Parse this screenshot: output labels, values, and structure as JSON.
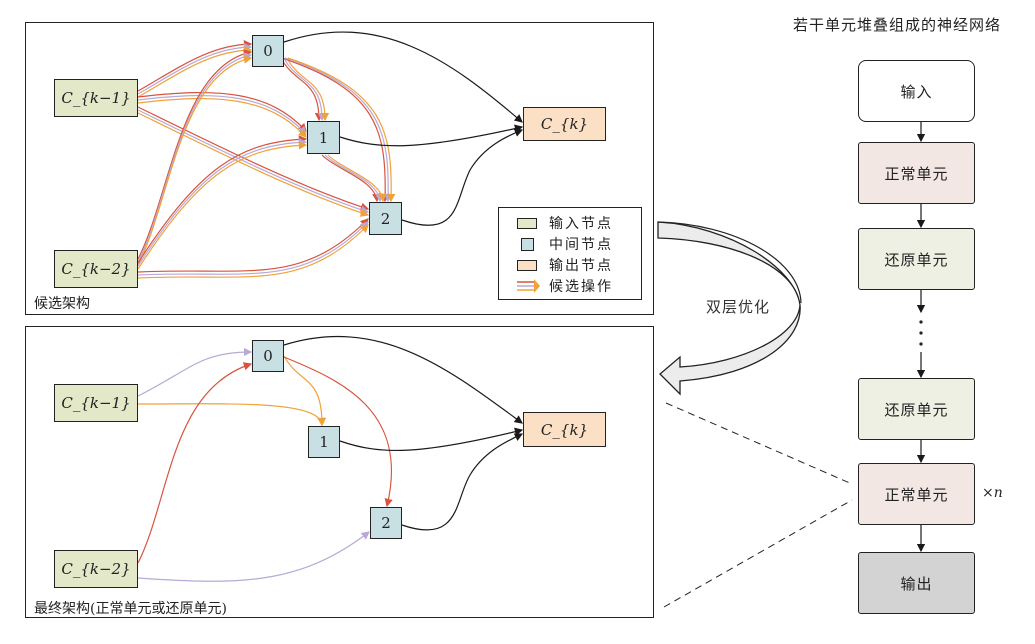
{
  "candidate_panel": {
    "label": "候选架构",
    "nodes": {
      "input_k1": "C_{k−1}",
      "input_k2": "C_{k−2}",
      "mid0": "0",
      "mid1": "1",
      "mid2": "2",
      "output": "C_{k}"
    },
    "legend": [
      {
        "label": "输入节点",
        "swatch": "input-node",
        "color": "#e3e8c9"
      },
      {
        "label": "中间节点",
        "swatch": "intermediate-node",
        "color": "#c8e0e4"
      },
      {
        "label": "输出节点",
        "swatch": "output-node",
        "color": "#fbe0c6"
      },
      {
        "label": "候选操作",
        "swatch": "candidate-ops-arrows",
        "colors": [
          "#d9533f",
          "#b9a9d6",
          "#f0a23a"
        ]
      }
    ]
  },
  "final_panel": {
    "label": "最终架构(正常单元或还原单元)",
    "nodes": {
      "input_k1": "C_{k−1}",
      "input_k2": "C_{k−2}",
      "mid0": "0",
      "mid1": "1",
      "mid2": "2",
      "output": "C_{k}"
    }
  },
  "bilevel_label": "双层优化",
  "network": {
    "title": "若干单元堆叠组成的神经网络",
    "cells": [
      {
        "label": "输入",
        "type": "input",
        "color": "#ffffff"
      },
      {
        "label": "正常单元",
        "type": "normal",
        "color": "#f3e7e3"
      },
      {
        "label": "还原单元",
        "type": "reduction",
        "color": "#eef0e3"
      },
      {
        "label": "还原单元",
        "type": "reduction",
        "color": "#eef0e3"
      },
      {
        "label": "正常单元",
        "type": "normal",
        "color": "#f3e7e3"
      },
      {
        "label": "输出",
        "type": "output",
        "color": "#d3d3d3"
      }
    ],
    "repeat_label": "×n"
  },
  "colors": {
    "op_red": "#d9533f",
    "op_purple": "#b9a9d6",
    "op_orange": "#f0a23a",
    "edge_black": "#1a1a1a"
  }
}
